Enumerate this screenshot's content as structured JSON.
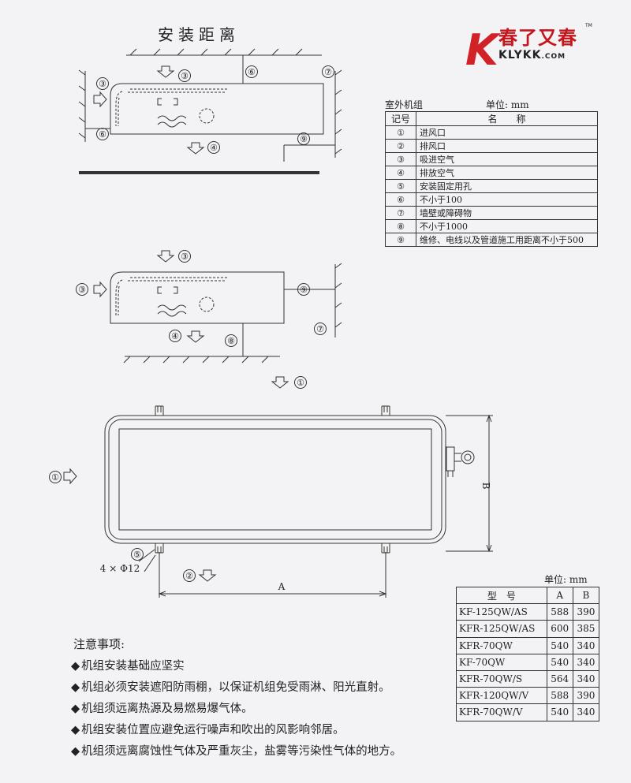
{
  "title": "安装距离",
  "logo": {
    "cn": "春了又春",
    "en": "KLYKK",
    "suffix": ".COM",
    "tm": "TM",
    "mark": "K"
  },
  "legend_caption": {
    "group": "室外机组",
    "unit": "单位: mm"
  },
  "legend_headers": {
    "code": "记号",
    "name": "名　　称"
  },
  "legend": [
    {
      "code": "①",
      "name": "进风口"
    },
    {
      "code": "②",
      "name": "排风口"
    },
    {
      "code": "③",
      "name": "吸进空气"
    },
    {
      "code": "④",
      "name": "排放空气"
    },
    {
      "code": "⑤",
      "name": "安装固定用孔"
    },
    {
      "code": "⑥",
      "name": "不小于100"
    },
    {
      "code": "⑦",
      "name": "墙壁或障碍物"
    },
    {
      "code": "⑧",
      "name": "不小于1000"
    },
    {
      "code": "⑨",
      "name": "维修、电线以及管道施工用距离不小于500"
    }
  ],
  "diagram_labels": {
    "c1": "①",
    "c2": "②",
    "c3": "③",
    "c4": "④",
    "c5": "⑤",
    "c6": "⑥",
    "c7": "⑦",
    "c8": "⑧",
    "c9": "⑨",
    "dim_a": "A",
    "dim_b": "B",
    "hole": "4 × Φ12"
  },
  "model_caption": "单位: mm",
  "model_headers": {
    "model": "型　号",
    "a": "A",
    "b": "B"
  },
  "models": [
    {
      "model": "KF-125QW/AS",
      "a": "588",
      "b": "390"
    },
    {
      "model": "KFR-125QW/AS",
      "a": "600",
      "b": "385"
    },
    {
      "model": "KFR-70QW",
      "a": "540",
      "b": "340"
    },
    {
      "model": "KF-70QW",
      "a": "540",
      "b": "340"
    },
    {
      "model": "KFR-70QW/S",
      "a": "564",
      "b": "340"
    },
    {
      "model": "KFR-120QW/V",
      "a": "588",
      "b": "390"
    },
    {
      "model": "KFR-70QW/V",
      "a": "540",
      "b": "340"
    }
  ],
  "notes_title": "注意事项:",
  "notes": [
    "机组安装基础应坚实",
    "机组必须安装遮阳防雨棚，以保证机组免受雨淋、阳光直射。",
    "机组须远离热源及易燃易爆气体。",
    "机组安装位置应避免运行噪声和吹出的风影响邻居。",
    "机组须远离腐蚀性气体及严重灰尘，盐雾等污染性气体的地方。"
  ]
}
